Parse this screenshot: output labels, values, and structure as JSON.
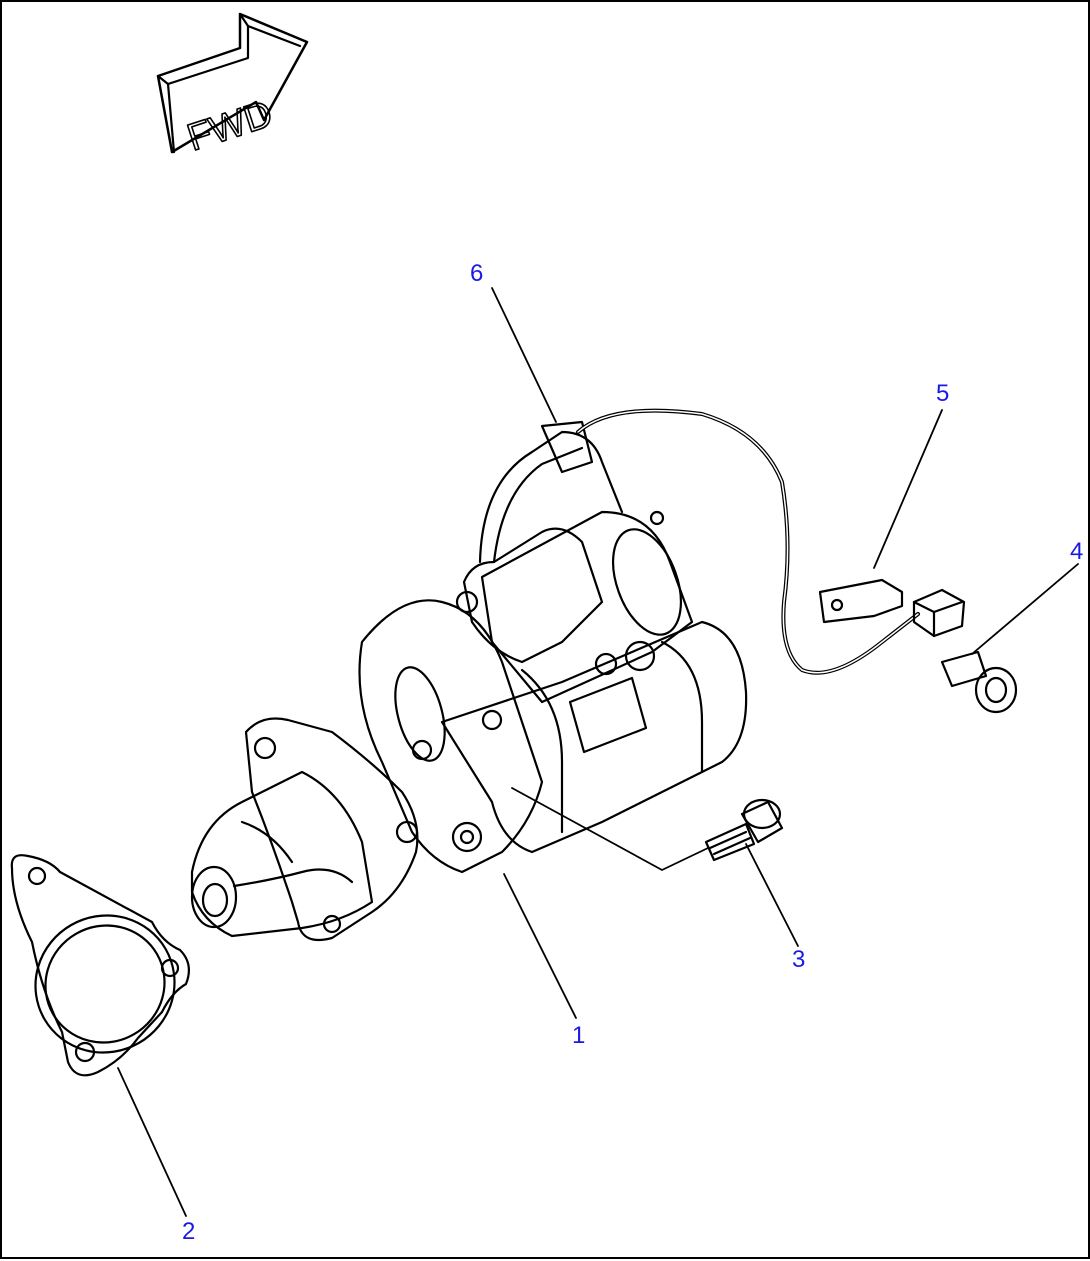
{
  "fwd_arrow": {
    "label": "FWD"
  },
  "callouts": [
    {
      "id": "1",
      "label": "1"
    },
    {
      "id": "2",
      "label": "2"
    },
    {
      "id": "3",
      "label": "3"
    },
    {
      "id": "4",
      "label": "4"
    },
    {
      "id": "5",
      "label": "5"
    },
    {
      "id": "6",
      "label": "6"
    }
  ],
  "colors": {
    "callout": "#1a1ae6",
    "line": "#000000",
    "background": "#ffffff"
  }
}
